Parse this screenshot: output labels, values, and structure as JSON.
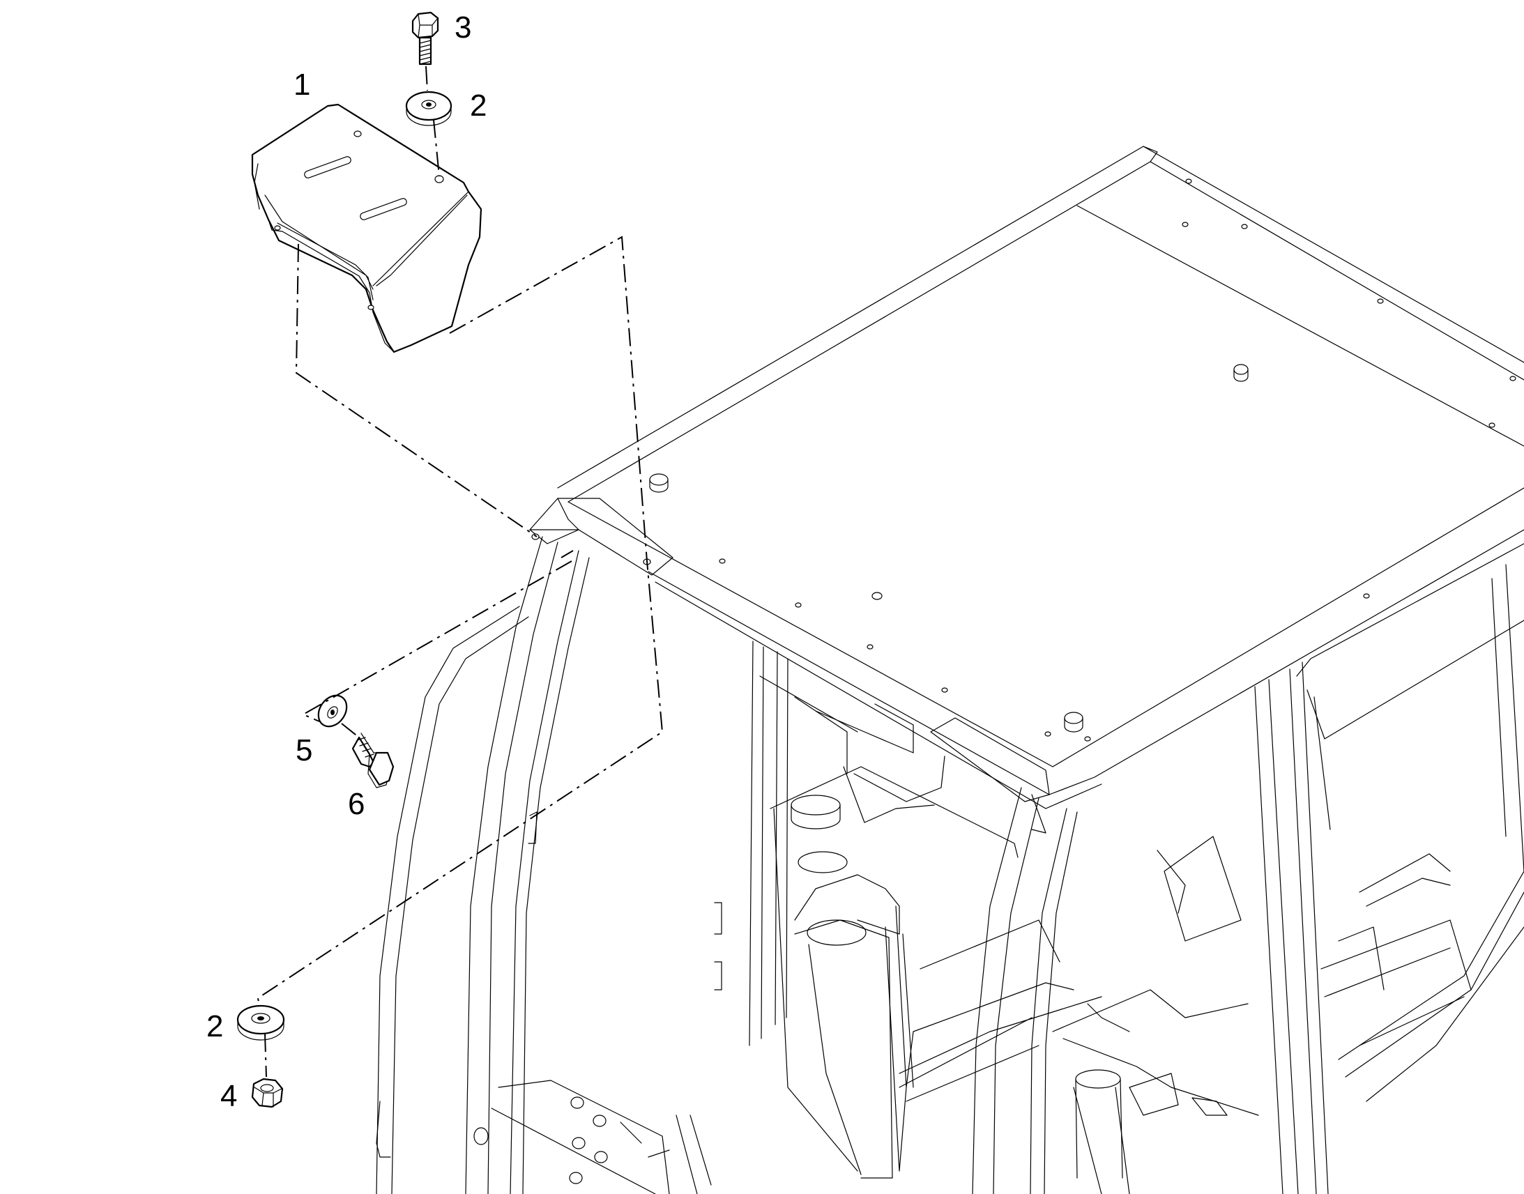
{
  "diagram": {
    "callouts": {
      "c1": "1",
      "c2_top": "2",
      "c3": "3",
      "c5": "5",
      "c6": "6",
      "c2_bottom": "2",
      "c4": "4"
    },
    "parts": [
      "cover-plate",
      "washer",
      "hex-bolt",
      "hex-nut",
      "washer",
      "hex-bolt",
      "cab-frame"
    ]
  }
}
